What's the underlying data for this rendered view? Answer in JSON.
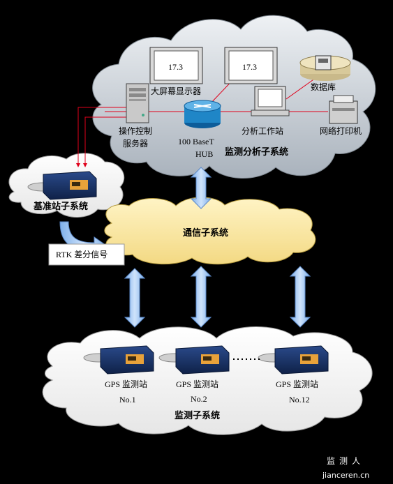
{
  "monitors": [
    {
      "value": "17.3"
    },
    {
      "value": "17.3"
    }
  ],
  "analysis": {
    "large_screen": "大屏幕显示器",
    "database": "数据库",
    "control_server_line1": "操作控制",
    "control_server_line2": "服务器",
    "hub_line1": "100 BaseT",
    "hub_line2": "HUB",
    "workstation": "分析工作站",
    "printer": "网络打印机",
    "title": "监测分析子系统"
  },
  "base_station": {
    "title": "基准站子系统"
  },
  "communication": {
    "title": "通信子系统"
  },
  "rtk": {
    "label": "RTK 差分信号"
  },
  "stations": [
    {
      "name": "GPS 监测站",
      "number": "No.1"
    },
    {
      "name": "GPS 监测站",
      "number": "No.2"
    },
    {
      "name": "GPS 监测站",
      "number": "No.12"
    }
  ],
  "monitoring": {
    "title": "监测子系统"
  },
  "watermark": {
    "cn": "监测人",
    "domain": "jianceren.cn"
  },
  "colors": {
    "background": "#000000",
    "connection_lines": "#e0001a",
    "arrows": "#9cc3f0",
    "analysis_cloud": "#c8cfd6",
    "communication_cloud": "#f8e7a6",
    "white_cloud": "#ffffff"
  }
}
